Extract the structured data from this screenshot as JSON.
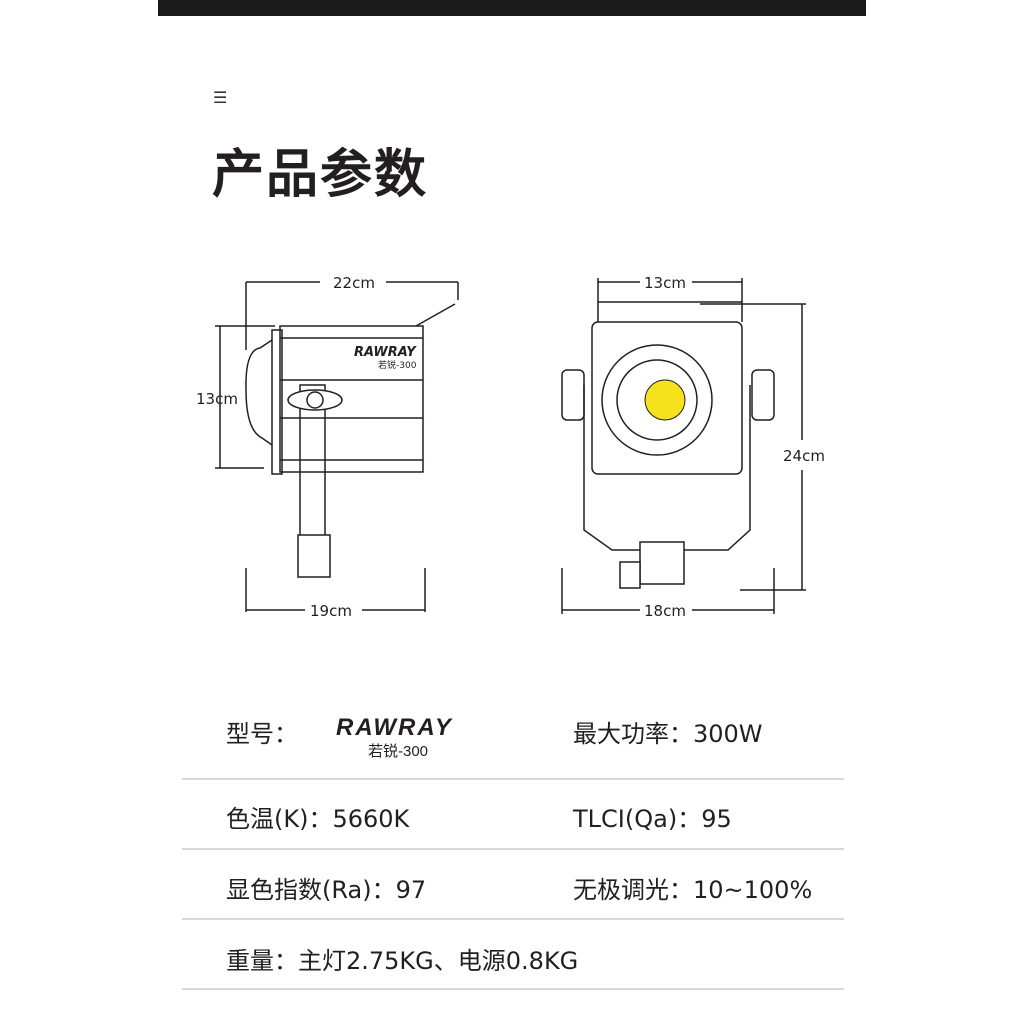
{
  "header": {
    "menu_icon": "menu-icon",
    "title": "产品参数"
  },
  "dimensions": {
    "side_width": "22cm",
    "side_height": "13cm",
    "side_base": "19cm",
    "front_width": "13cm",
    "front_height": "24cm",
    "front_base": "18cm",
    "device_brand": "RAWRAY",
    "device_model": "若锐-300",
    "led_color": "#f5e21a"
  },
  "specs": {
    "model_label": "型号：",
    "brand": "RAWRAY",
    "model": "若锐-300",
    "power": "最大功率：300W",
    "color_temp": "色温(K)：5660K",
    "tlci": "TLCI(Qa)：95",
    "cri": "显色指数(Ra)：97",
    "dimming": "无极调光：10~100%",
    "weight": "重量：主灯2.75KG、电源0.8KG"
  }
}
